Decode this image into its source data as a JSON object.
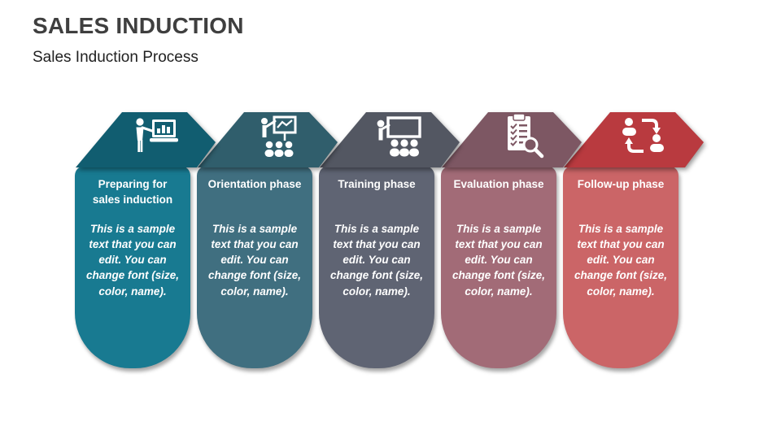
{
  "slide": {
    "title": "SALES INDUCTION",
    "subtitle": "Sales Induction Process"
  },
  "cards": [
    {
      "title": "Preparing for sales induction",
      "body": "This is a sample text that you can edit. You can change font (size, color, name).",
      "icon": "presenter-screen-icon",
      "header_color": "#115D70",
      "card_color": "#187A91"
    },
    {
      "title": "Orientation phase",
      "body": "This is a sample text that you can edit. You can change font (size, color, name).",
      "icon": "flipchart-audience-icon",
      "header_color": "#305E6C",
      "card_color": "#406F80"
    },
    {
      "title": "Training phase",
      "body": "This is a sample text that you can edit. You can change font (size, color, name).",
      "icon": "whiteboard-training-icon",
      "header_color": "#535762",
      "card_color": "#5F6473"
    },
    {
      "title": "Evaluation phase",
      "body": "This is a sample text that you can edit. You can change font (size, color, name).",
      "icon": "checklist-magnifier-icon",
      "header_color": "#7D5763",
      "card_color": "#A26B77"
    },
    {
      "title": "Follow-up phase",
      "body": "This is a sample text that you can edit. You can change font (size, color, name).",
      "icon": "people-exchange-icon",
      "header_color": "#B93A3F",
      "card_color": "#CB6567"
    }
  ]
}
